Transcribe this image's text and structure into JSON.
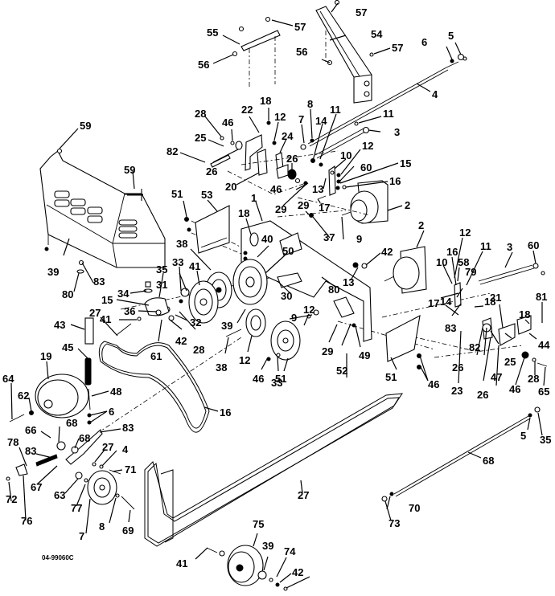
{
  "diagram": {
    "title": "Ground drive / transmission belt and linkage parts breakdown",
    "drawing_code": "04-99060C",
    "callouts": [
      {
        "id": "c55",
        "text": "55"
      },
      {
        "id": "c56a",
        "text": "56"
      },
      {
        "id": "c57a",
        "text": "57"
      },
      {
        "id": "c57b",
        "text": "57"
      },
      {
        "id": "c54",
        "text": "54"
      },
      {
        "id": "c56b",
        "text": "56"
      },
      {
        "id": "c57c",
        "text": "57"
      },
      {
        "id": "c6a",
        "text": "6"
      },
      {
        "id": "c5a",
        "text": "5"
      },
      {
        "id": "c4a",
        "text": "4"
      },
      {
        "id": "c59a",
        "text": "59"
      },
      {
        "id": "c28a",
        "text": "28"
      },
      {
        "id": "c18a",
        "text": "18"
      },
      {
        "id": "c22",
        "text": "22"
      },
      {
        "id": "c46a",
        "text": "46"
      },
      {
        "id": "c12a",
        "text": "12"
      },
      {
        "id": "c8a",
        "text": "8"
      },
      {
        "id": "c7a",
        "text": "7"
      },
      {
        "id": "c14a",
        "text": "14"
      },
      {
        "id": "c11a",
        "text": "11"
      },
      {
        "id": "c11b",
        "text": "11"
      },
      {
        "id": "c3a",
        "text": "3"
      },
      {
        "id": "c25a",
        "text": "25"
      },
      {
        "id": "c82a",
        "text": "82"
      },
      {
        "id": "c24",
        "text": "24"
      },
      {
        "id": "c26a",
        "text": "26"
      },
      {
        "id": "c26b",
        "text": "26"
      },
      {
        "id": "c10a",
        "text": "10"
      },
      {
        "id": "c12b",
        "text": "12"
      },
      {
        "id": "c60a",
        "text": "60"
      },
      {
        "id": "c15a",
        "text": "15"
      },
      {
        "id": "c16a",
        "text": "16"
      },
      {
        "id": "c59b",
        "text": "59"
      },
      {
        "id": "c20",
        "text": "20"
      },
      {
        "id": "c46b",
        "text": "46"
      },
      {
        "id": "c13a",
        "text": "13"
      },
      {
        "id": "c29a",
        "text": "29"
      },
      {
        "id": "c17a",
        "text": "17"
      },
      {
        "id": "c51a",
        "text": "51"
      },
      {
        "id": "c53",
        "text": "53"
      },
      {
        "id": "c1",
        "text": "1"
      },
      {
        "id": "c29b",
        "text": "29"
      },
      {
        "id": "c2a",
        "text": "2"
      },
      {
        "id": "c18b",
        "text": "18"
      },
      {
        "id": "c37",
        "text": "37"
      },
      {
        "id": "c9a",
        "text": "9"
      },
      {
        "id": "c2b",
        "text": "2"
      },
      {
        "id": "c12c",
        "text": "12"
      },
      {
        "id": "c11c",
        "text": "11"
      },
      {
        "id": "c40",
        "text": "40"
      },
      {
        "id": "c42a",
        "text": "42"
      },
      {
        "id": "c38a",
        "text": "38"
      },
      {
        "id": "c50",
        "text": "50"
      },
      {
        "id": "c16b",
        "text": "16"
      },
      {
        "id": "c3b",
        "text": "3"
      },
      {
        "id": "c60b",
        "text": "60"
      },
      {
        "id": "c10b",
        "text": "10"
      },
      {
        "id": "c58",
        "text": "58"
      },
      {
        "id": "c39a",
        "text": "39"
      },
      {
        "id": "c35a",
        "text": "35"
      },
      {
        "id": "c33a",
        "text": "33"
      },
      {
        "id": "c41a",
        "text": "41"
      },
      {
        "id": "c13b",
        "text": "13"
      },
      {
        "id": "c79",
        "text": "79"
      },
      {
        "id": "c83a",
        "text": "83"
      },
      {
        "id": "c31",
        "text": "31"
      },
      {
        "id": "c30",
        "text": "30"
      },
      {
        "id": "c80a",
        "text": "80"
      },
      {
        "id": "c80b",
        "text": "80"
      },
      {
        "id": "c34",
        "text": "34"
      },
      {
        "id": "c15b",
        "text": "15"
      },
      {
        "id": "c17b",
        "text": "17"
      },
      {
        "id": "c14b",
        "text": "14"
      },
      {
        "id": "c18c",
        "text": "18"
      },
      {
        "id": "c83b",
        "text": "83"
      },
      {
        "id": "c36",
        "text": "36"
      },
      {
        "id": "c27a",
        "text": "27"
      },
      {
        "id": "c41b",
        "text": "41"
      },
      {
        "id": "c32",
        "text": "32"
      },
      {
        "id": "c39b",
        "text": "39"
      },
      {
        "id": "c9b",
        "text": "9"
      },
      {
        "id": "c12d",
        "text": "12"
      },
      {
        "id": "c21",
        "text": "21"
      },
      {
        "id": "c18d",
        "text": "18"
      },
      {
        "id": "c81",
        "text": "81"
      },
      {
        "id": "c43",
        "text": "43"
      },
      {
        "id": "c42b",
        "text": "42"
      },
      {
        "id": "c28b",
        "text": "28"
      },
      {
        "id": "c29c",
        "text": "29"
      },
      {
        "id": "c26c",
        "text": "26"
      },
      {
        "id": "c82b",
        "text": "82"
      },
      {
        "id": "c25b",
        "text": "25"
      },
      {
        "id": "c44",
        "text": "44"
      },
      {
        "id": "c61",
        "text": "61"
      },
      {
        "id": "c45",
        "text": "45"
      },
      {
        "id": "c38b",
        "text": "38"
      },
      {
        "id": "c12e",
        "text": "12"
      },
      {
        "id": "c49",
        "text": "49"
      },
      {
        "id": "c19",
        "text": "19"
      },
      {
        "id": "c47",
        "text": "47"
      },
      {
        "id": "c46c",
        "text": "46"
      },
      {
        "id": "c33b",
        "text": "33"
      },
      {
        "id": "c51b",
        "text": "51"
      },
      {
        "id": "c52",
        "text": "52"
      },
      {
        "id": "c51c",
        "text": "51"
      },
      {
        "id": "c46d",
        "text": "46"
      },
      {
        "id": "c23",
        "text": "23"
      },
      {
        "id": "c26d",
        "text": "26"
      },
      {
        "id": "c46e",
        "text": "46"
      },
      {
        "id": "c28c",
        "text": "28"
      },
      {
        "id": "c65",
        "text": "65"
      },
      {
        "id": "c64",
        "text": "64"
      },
      {
        "id": "c62",
        "text": "62"
      },
      {
        "id": "c48",
        "text": "48"
      },
      {
        "id": "c16c",
        "text": "16"
      },
      {
        "id": "c6b",
        "text": "6"
      },
      {
        "id": "c5b",
        "text": "5"
      },
      {
        "id": "c35b",
        "text": "35"
      },
      {
        "id": "c68a",
        "text": "68"
      },
      {
        "id": "c66",
        "text": "66"
      },
      {
        "id": "c83c",
        "text": "83"
      },
      {
        "id": "c68b",
        "text": "68"
      },
      {
        "id": "c78",
        "text": "78"
      },
      {
        "id": "c83d",
        "text": "83"
      },
      {
        "id": "c27b",
        "text": "27"
      },
      {
        "id": "c4b",
        "text": "4"
      },
      {
        "id": "c68c",
        "text": "68"
      },
      {
        "id": "c67",
        "text": "67"
      },
      {
        "id": "c71",
        "text": "71"
      },
      {
        "id": "c63",
        "text": "63"
      },
      {
        "id": "c72",
        "text": "72"
      },
      {
        "id": "c77",
        "text": "77"
      },
      {
        "id": "c76",
        "text": "76"
      },
      {
        "id": "c27c",
        "text": "27"
      },
      {
        "id": "c8b",
        "text": "8"
      },
      {
        "id": "c70",
        "text": "70"
      },
      {
        "id": "c69",
        "text": "69"
      },
      {
        "id": "c7b",
        "text": "7"
      },
      {
        "id": "c73",
        "text": "73"
      },
      {
        "id": "c75",
        "text": "75"
      },
      {
        "id": "c39c",
        "text": "39"
      },
      {
        "id": "c74",
        "text": "74"
      },
      {
        "id": "c41c",
        "text": "41"
      },
      {
        "id": "c42c",
        "text": "42"
      }
    ]
  }
}
